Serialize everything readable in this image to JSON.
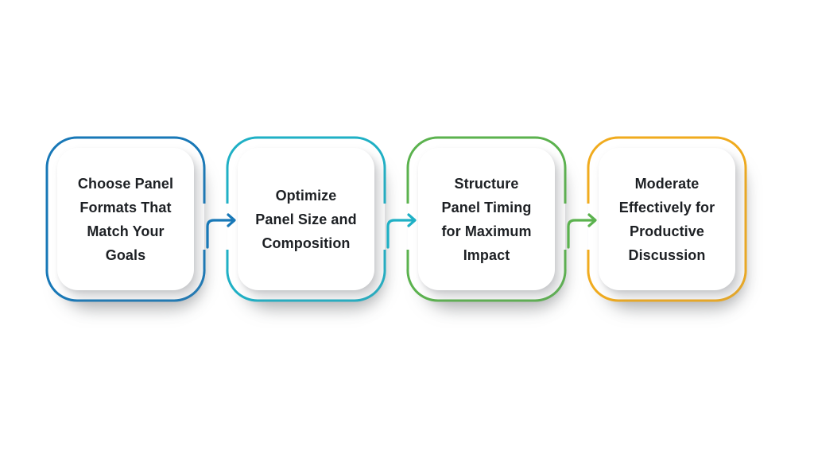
{
  "page": {
    "background_color": "#ffffff"
  },
  "diagram": {
    "type": "process-flow",
    "direction": "left-to-right",
    "text_color": "#1d2024",
    "card_color": "#ffffff",
    "steps": [
      {
        "id": 1,
        "label": "Choose Panel\nFormats That\nMatch Your\nGoals",
        "border_color": "#1878b7"
      },
      {
        "id": 2,
        "label": "Optimize\nPanel Size and\nComposition",
        "border_color": "#1fb0c5"
      },
      {
        "id": 3,
        "label": "Structure\nPanel Timing\nfor Maximum\nImpact",
        "border_color": "#5bb24e"
      },
      {
        "id": 4,
        "label": "Moderate\nEffectively for\nProductive\nDiscussion",
        "border_color": "#f0ab1e"
      }
    ],
    "connectors": [
      {
        "from": 1,
        "to": 2,
        "color": "#1878b7"
      },
      {
        "from": 2,
        "to": 3,
        "color": "#1fb0c5"
      },
      {
        "from": 3,
        "to": 4,
        "color": "#5bb24e"
      }
    ]
  }
}
